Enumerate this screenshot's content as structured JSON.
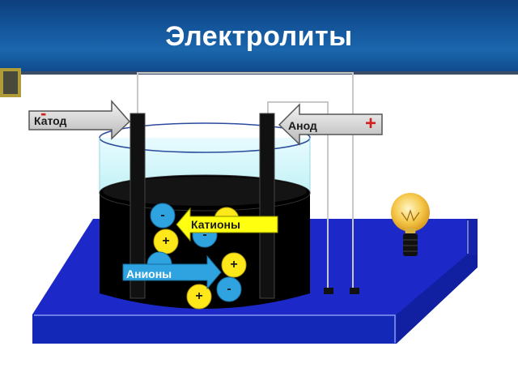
{
  "title": "Электролиты",
  "labels": {
    "cathode": "Катод",
    "anode": "Анод",
    "cations": "Катионы",
    "anions": "Анионы"
  },
  "signs": {
    "cathode": "-",
    "anode": "+"
  },
  "ions": [
    {
      "sign": "-",
      "kind": "anion"
    },
    {
      "sign": "-",
      "kind": "anion"
    },
    {
      "sign": "+",
      "kind": "cation"
    },
    {
      "sign": "+",
      "kind": "cation"
    },
    {
      "sign": "-",
      "kind": "anion"
    },
    {
      "sign": "+",
      "kind": "cation"
    }
  ],
  "colors": {
    "header": "#14569c",
    "cation": "#ffe81a",
    "anion": "#2ea3e0",
    "platform": "#1c28c8",
    "bulb": "#f2c13a",
    "sign_red": "#d02020"
  }
}
